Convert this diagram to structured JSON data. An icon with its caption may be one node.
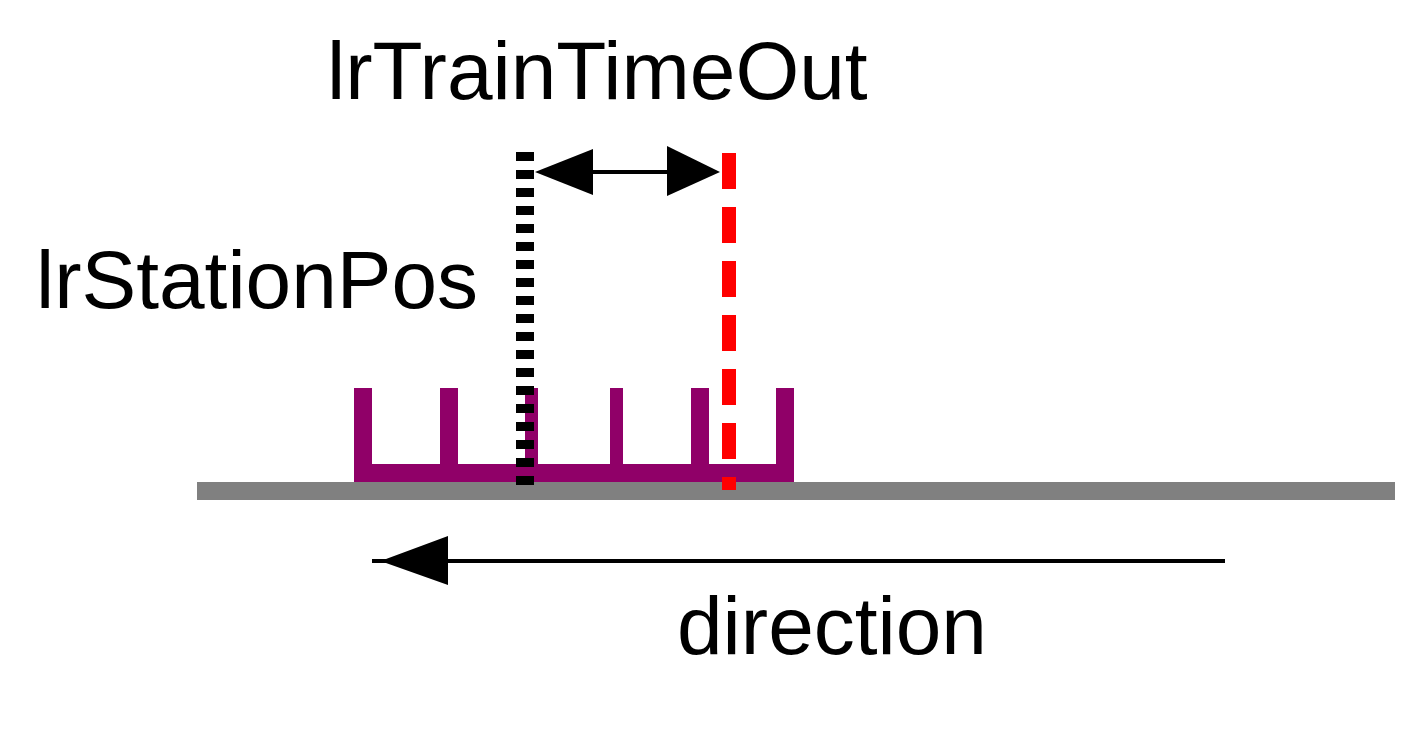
{
  "diagram": {
    "labels": [
      "lrTrainTimeOut",
      "lrStationPos",
      "direction"
    ]
  }
}
